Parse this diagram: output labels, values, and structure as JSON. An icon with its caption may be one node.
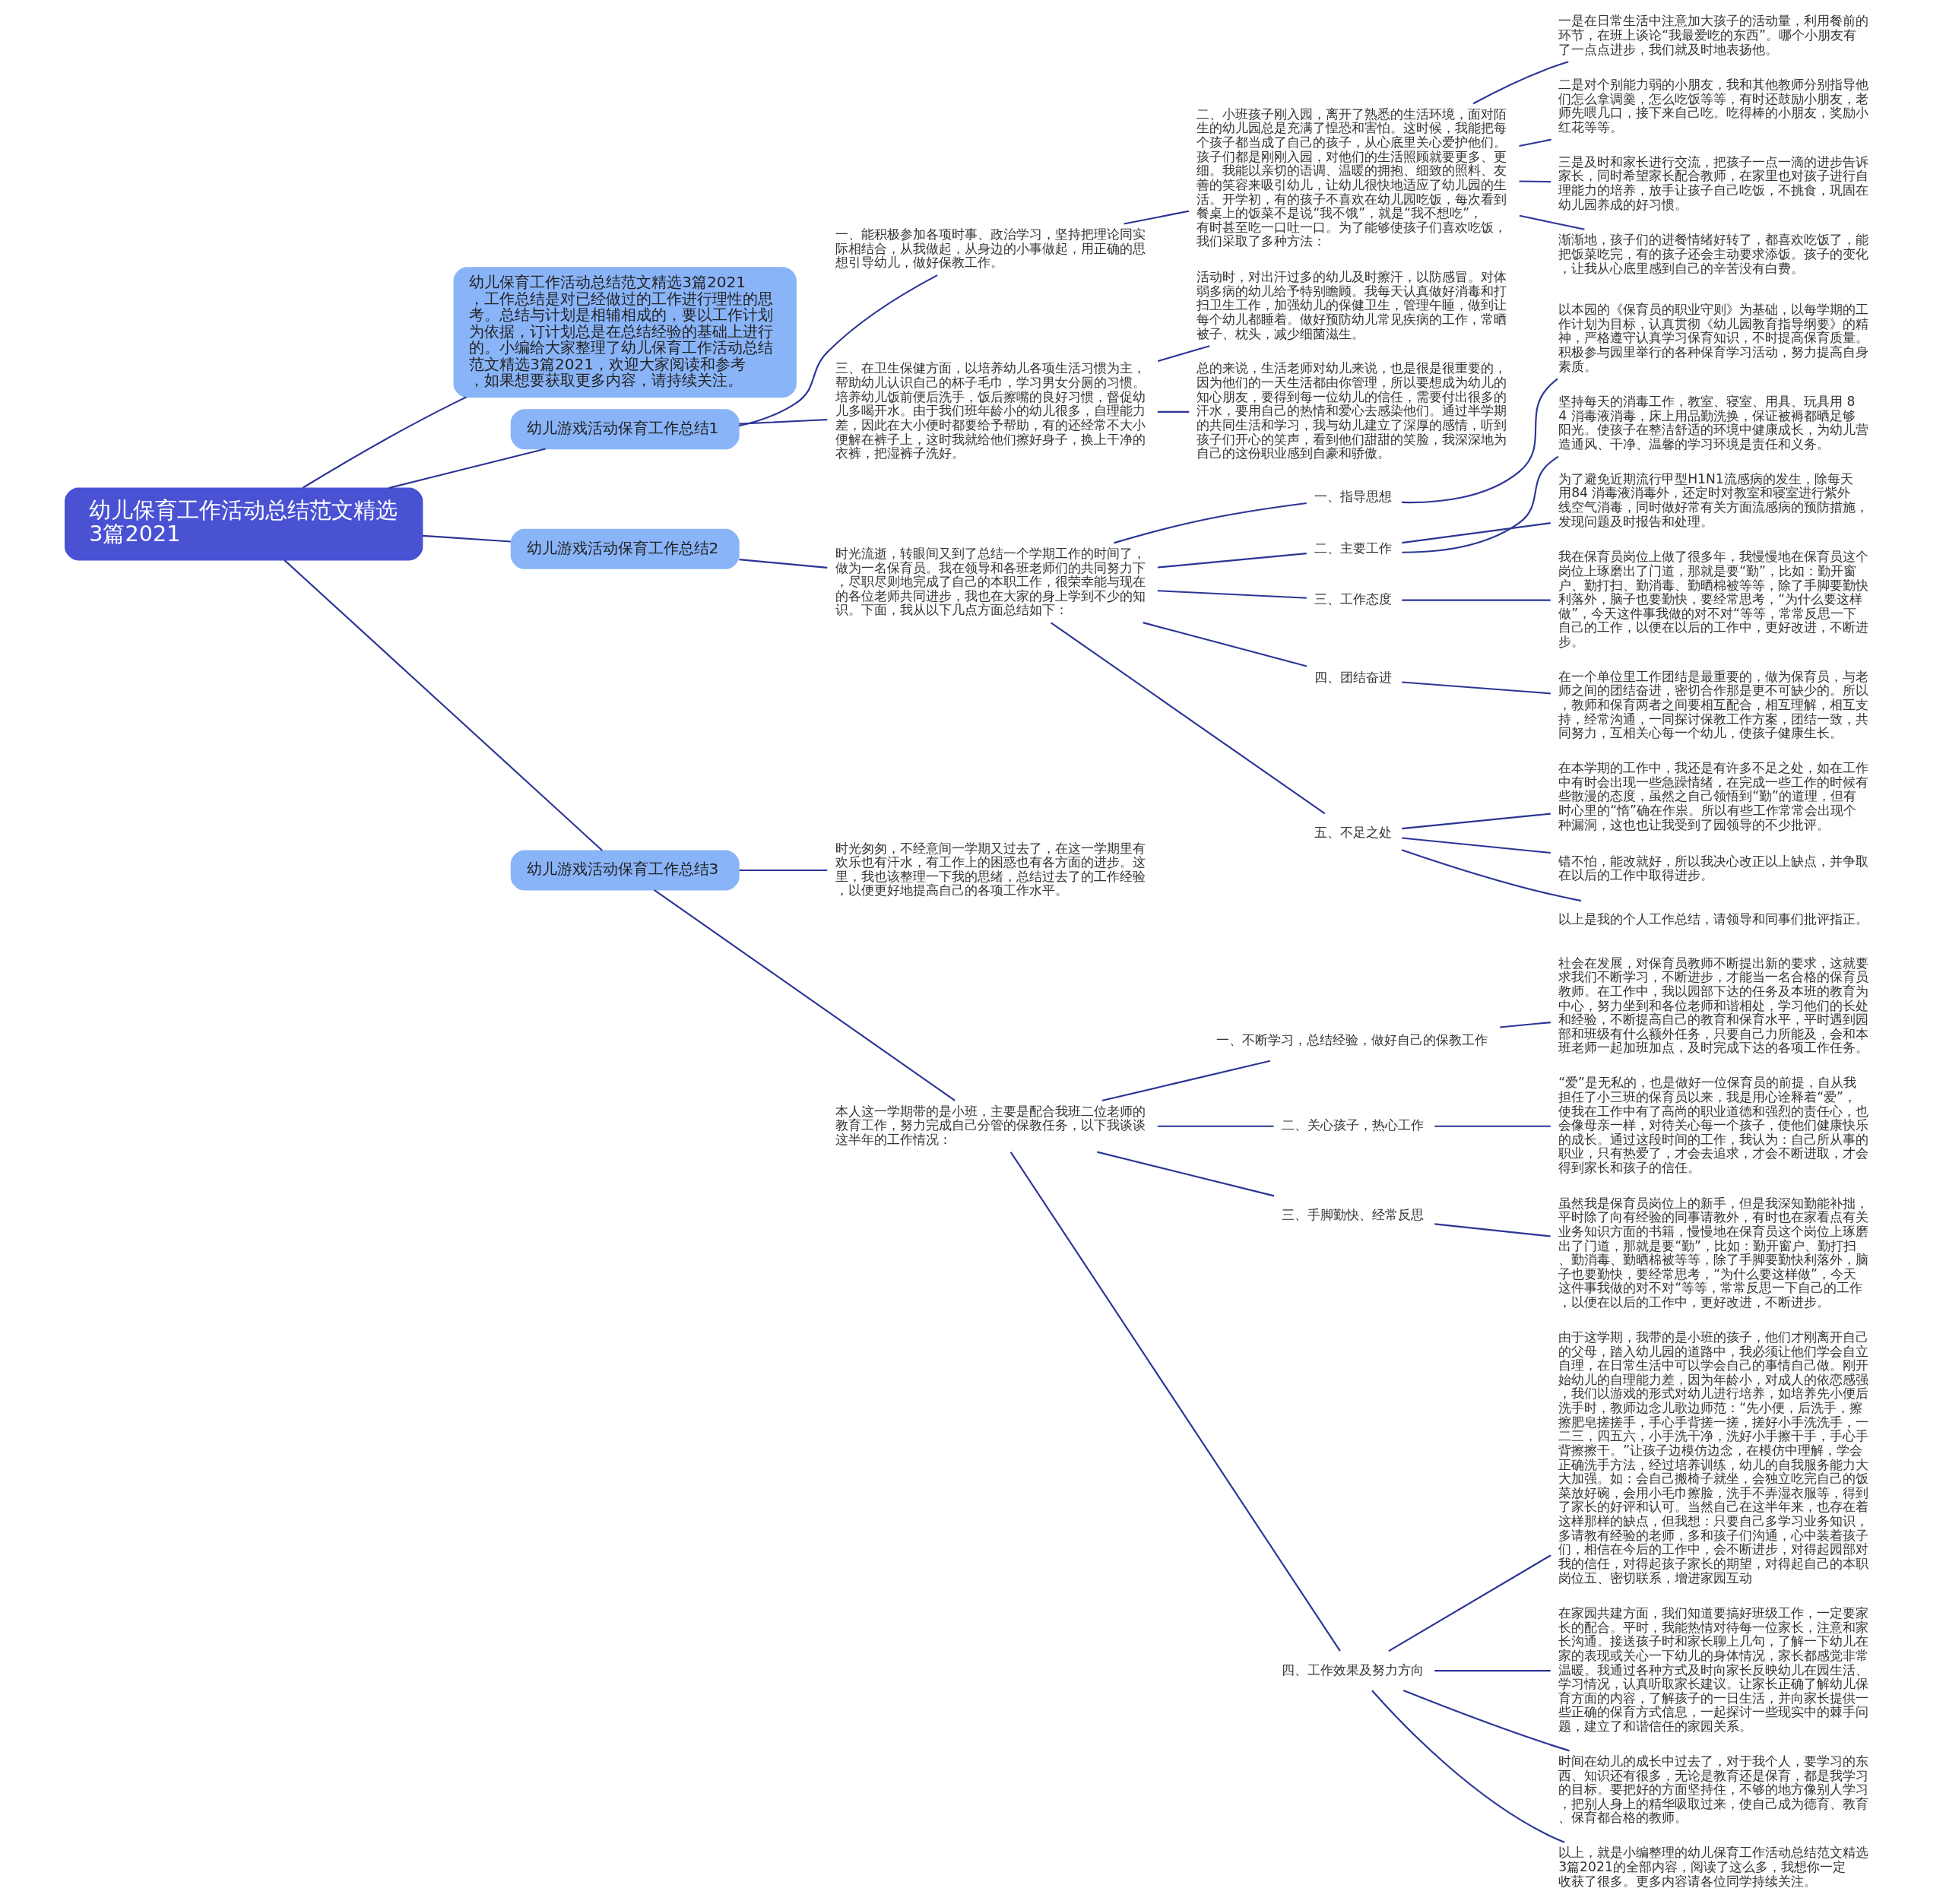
{
  "diagram": {
    "nodes": [
      {
        "text": [
          "幼儿保育工作活动总结范文精选3篇2021"
        ]
      },
      {
        "text": [
          "幼儿保育工作活动总结范文精选3篇2021，工作总结是对已经做过的工作进行理性的思考。总结与计划是相辅相成的，要以工作计划为依据，订计划总是在总结经验的基础上进行的。小编给大家整理了幼儿保育工作活动总结范文精选3篇2021，欢迎大家阅读和参考，如果想要获取更多内容，请持续关注。"
        ]
      },
      {
        "text": [
          "幼儿游戏活动保育工作总结1"
        ]
      },
      {
        "text": [
          "一、能积极参加各项时事、政治学习，坚持把理论同实际相结合，从我做起，从身边的小事做起，用正确的思想引导幼儿，做好保教工作。"
        ]
      },
      {
        "text": [
          "二、小班孩子刚入园，离开了熟悉的生活环境，面对陌生的幼儿园总是充满了惶恐和害怕。这时候，我能把每个孩子都当成了自己的孩子，从心底里关心爱护他们。孩子们都是刚刚入园，对他们的生活照顾就要更多、更细。我能以亲切的语调、温暖的拥抱、细致的照料、友善的笑容来吸引幼儿，让幼儿很快地适应了幼儿园的生活。开学初，有的孩子不喜欢在幼儿园吃饭，每次看到餐桌上的饭菜不是说“我不饿”，就是“我不想吃”，有时甚至吃一口吐一口。为了能够使孩子们喜欢吃饭，我们采取了多种方法："
        ]
      },
      {
        "text": [
          "一是在日常生活中注意加大孩子的活动量，利用餐前的环节，在班上谈论“我最爱吃的东西”。哪个小朋友有了一点点进步，我们就及时地表扬他。"
        ]
      },
      {
        "text": [
          "二是对个别能力弱的小朋友，我和其他教师分别指导他们怎么拿调羹，怎么吃饭等等，有时还鼓励小朋友，老师先喂几口，接下来自己吃。吃得棒的小朋友，奖励小红花等等。"
        ]
      },
      {
        "text": [
          "三是及时和家长进行交流，把孩子一点一滴的进步告诉家长，同时希望家长配合教师，在家里也对孩子进行自理能力的培养，放手让孩子自己吃饭，不挑食，巩固在幼儿园养成的好习惯。"
        ]
      },
      {
        "text": [
          "渐渐地，孩子们的进餐情绪好转了，都喜欢吃饭了，能把饭菜吃完，有的孩子还会主动要求添饭。孩子的变化，让我从心底里感到自己的辛苦没有白费。"
        ]
      },
      {
        "text": [
          "三、在卫生保健方面，以培养幼儿各项生活习惯为主，帮助幼儿认识自己的杯子毛巾，学习男女分厕的习惯。培养幼儿饭前便后洗手，饭后擦嘴的良好习惯，督促幼儿多喝开水。由于我们班年龄小的幼儿很多，自理能力差，因此在大小便时都要给予帮助，有的还经常不大小便解在裤子上，这时我就给他们擦好身子，换上干净的衣裤，把湿裤子洗好。"
        ]
      },
      {
        "text": [
          "活动时，对出汗过多的幼儿及时擦汗，以防感冒。对体弱多病的幼儿给予特别瞻顾。我每天认真做好消毒和打扫卫生工作，加强幼儿的保健卫生，管理午睡，做到让每个幼儿都睡着。做好预防幼儿常见疾病的工作，常晒被子、枕头，减少细菌滋生。"
        ]
      },
      {
        "text": [
          "总的来说，生活老师对幼儿来说，也是很是很重要的，因为他们的一天生活都由你管理，所以要想成为幼儿的知心朋友，要得到每一位幼儿的信任，需要付出很多的汗水，要用自己的热情和爱心去感染他们。通过半学期的共同生活和学习，我与幼儿建立了深厚的感情，听到孩子们开心的笑声，看到他们甜甜的笑脸，我深深地为自己的这份职业感到自豪和骄傲。"
        ]
      },
      {
        "text": [
          "幼儿游戏活动保育工作总结2"
        ]
      },
      {
        "text": [
          "时光流逝，转眼间又到了总结一个学期工作的时间了，做为一名保育员。我在领导和各班老师们的共同努力下，尽职尽则地完成了自己的本职工作，很荣幸能与现在的各位老师共同进步，我也在大家的身上学到不少的知识。下面，我从以下几点方面总结如下："
        ]
      },
      {
        "text": [
          "一、指导思想"
        ]
      },
      {
        "text": [
          "以本园的《保育员的职业守则》为基础，以每学期的工作计划为目标，认真贯彻《幼儿园教育指导纲要》的精神，严格遵守认真学习保育知识，不时提高保育质量。积极参与园里举行的各种保育学习活动，努力提高自身素质。"
        ]
      },
      {
        "text": [
          "二、主要工作"
        ]
      },
      {
        "text": [
          "坚持每天的消毒工作，教室、寝室、用具、玩具用 84 消毒液消毒，床上用品勤洗换，保证被褥都晒足够阳光。使孩子在整洁舒适的环境中健康成长，为幼儿营造通风、干净、温馨的学习环境是责任和义务。"
        ]
      },
      {
        "text": [
          "为了避免近期流行甲型H1N1流感病的发生，除每天用84 消毒液消毒外，还定时对教室和寝室进行紫外线空气消毒，同时做好常有关方面流感病的预防措施，发现问题及时报告和处理。"
        ]
      },
      {
        "text": [
          "三、工作态度"
        ]
      },
      {
        "text": [
          "我在保育员岗位上做了很多年，我慢慢地在保育员这个岗位上琢磨出了门道，那就是要“勤”，比如：勤开窗户、勤打扫、勤消毒、勤晒棉被等等，除了手脚要勤快利落外，脑子也要勤快，要经常思考，“为什么要这样做”，今天这件事我做的对不对“等等，常常反思一下自己的工作，以便在以后的工作中，更好改进，不断进步。"
        ]
      },
      {
        "text": [
          "四、团结奋进"
        ]
      },
      {
        "text": [
          "在一个单位里工作团结是最重要的，做为保育员，与老师之间的团结奋进，密切合作那是更不可缺少的。所以，教师和保育两者之间要相互配合，相互理解，相互支持，经常沟通，一同探讨保教工作方案，团结一致，共同努力，互相关心每一个幼儿，使孩子健康生长。"
        ]
      },
      {
        "text": [
          "五、不足之处"
        ]
      },
      {
        "text": [
          "在本学期的工作中，我还是有许多不足之处，如在工作中有时会出现一些急躁情绪，在完成一些工作的时候有些散漫的态度，虽然之自己领悟到“勤”的道理，但有时心里的“惰”确在作祟。所以有些工作常常会出现个种漏洞，这也也让我受到了园领导的不少批评。"
        ]
      },
      {
        "text": [
          "错不怕，能改就好，所以我决心改正以上缺点，并争取在以后的工作中取得进步。"
        ]
      },
      {
        "text": [
          "以上是我的个人工作总结，请领导和同事们批评指正。"
        ]
      },
      {
        "text": [
          "幼儿游戏活动保育工作总结3"
        ]
      },
      {
        "text": [
          "时光匆匆，不经意间一学期又过去了，在这一学期里有欢乐也有汗水，有工作上的困惑也有各方面的进步。这里，我也该整理一下我的思绪，总结过去了的工作经验，以便更好地提高自己的各项工作水平。"
        ]
      },
      {
        "text": [
          "本人这一学期带的是小班，主要是配合我班二位老师的教育工作，努力完成自己分管的保教任务，以下我谈谈这半年的工作情况："
        ]
      },
      {
        "text": [
          "一、不断学习，总结经验，做好自己的保教工作"
        ]
      },
      {
        "text": [
          "社会在发展，对保育员教师不断提出新的要求，这就要求我们不断学习，不断进步，才能当一名合格的保育员教师。在工作中，我以园部下达的任务及本班的教育为中心，努力坐到和各位老师和谐相处，学习他们的长处和经验，不断提高自己的教育和保育水平，平时遇到园部和班级有什么额外任务，只要自己力所能及，会和本班老师一起加班加点，及时完成下达的各项工作任务。"
        ]
      },
      {
        "text": [
          "二、关心孩子，热心工作"
        ]
      },
      {
        "text": [
          "“爱”是无私的，也是做好一位保育员的前提，自从我担任了小三班的保育员以来，我是用心诠释着“爱”，使我在工作中有了高尚的职业道德和强烈的责任心，也会像母亲一样，对待关心每一个孩子，使他们健康快乐的成长。通过这段时间的工作，我认为：自己所从事的职业，只有热爱了，才会去追求，才会不断进取，才会得到家长和孩子的信任。"
        ]
      },
      {
        "text": [
          "三、手脚勤快、经常反思"
        ]
      },
      {
        "text": [
          "虽然我是保育员岗位上的新手，但是我深知勤能补拙，平时除了向有经验的同事请教外，有时也在家看点有关业务知识方面的书籍，慢慢地在保育员这个岗位上琢磨出了门道，那就是要“勤”，比如：勤开窗户、勤打扫、勤消毒、勤晒棉被等等，除了手脚要勤快利落外，脑子也要勤快，要经常思考，“为什么要这样做”，今天这件事我做的对不对“等等，常常反思一下自己的工作，以便在以后的工作中，更好改进，不断进步。"
        ]
      },
      {
        "text": [
          "四、工作效果及努力方向"
        ]
      },
      {
        "text": [
          "由于这学期，我带的是小班的孩子，他们才刚离开自己的父母，踏入幼儿园的道路中，我必须让他们学会自立自理，在日常生活中可以学会自己的事情自己做。刚开始幼儿的自理能力差，因为年龄小，对成人的依恋感强，我们以游戏的形式对幼儿进行培养，如培养先小便后洗手时，教师边念儿歌边师范：“先小便，后洗手，擦擦肥皂搓搓手，手心手背搓一搓，搓好小手洗洗手，一二三，四五六，小手洗干净，洗好小手擦干手，手心手背擦擦干。”让孩子边模仿边念，在模仿中理解，学会正确洗手方法，经过培养训练，幼儿的自我服务能力大大加强。如：会自己搬椅子就坐，会独立吃完自己的饭菜放好碗，会用小毛巾擦脸，洗手不弄湿衣服等，得到了家长的好评和认可。当然自己在这半年来，也存在着这样那样的缺点，但我想：只要自己多学习业务知识，多请教有经验的老师，多和孩子们沟通，心中装着孩子们，相信在今后的工作中，会不断进步，对得起园部对我的信任，对得起孩子家长的期望，对得起自己的本职岗位五、密切联系，增进家园互动"
        ]
      },
      {
        "text": [
          "在家园共建方面，我们知道要搞好班级工作，一定要家长的配合。平时，我能热情对待每一位家长，注意和家长沟通。接送孩子时和家长聊上几句，了解一下幼儿在家的表现或关心一下幼儿的身体情况，家长都感觉非常温暖。我通过各种方式及时向家长反映幼儿在园生活、学习情况，认真听取家长建议。让家长正确了解幼儿保育方面的内容，了解孩子的一日生活，并向家长提供一些正确的保育方式信息，一起探讨一些现实中的棘手问题，建立了和谐信任的家园关系。"
        ]
      },
      {
        "text": [
          "时间在幼儿的成长中过去了，对于我个人，要学习的东西、知识还有很多，无论是教育还是保育，都是我学习的目标。要把好的方面坚持住，不够的地方像别人学习，把别人身上的精华吸取过来，使自己成为德育、教育、保育都合格的教师。"
        ]
      },
      {
        "text": [
          "以上，就是小编整理的幼儿保育工作活动总结范文精选3篇2021的全部内容，阅读了这么多，我想你一定收获了很多。更多内容请各位同学持续关注。"
        ]
      }
    ],
    "edges": [
      {
        "from": 0,
        "to": 1,
        "arrow": "none"
      },
      {
        "from": 0,
        "to": 2,
        "arrow": "none"
      },
      {
        "from": 2,
        "to": 3,
        "arrow": "none"
      },
      {
        "from": 3,
        "to": 4,
        "arrow": "none"
      },
      {
        "from": 4,
        "to": 5,
        "arrow": "none"
      },
      {
        "from": 4,
        "to": 6,
        "arrow": "none"
      },
      {
        "from": 4,
        "to": 7,
        "arrow": "none"
      },
      {
        "from": 4,
        "to": 8,
        "arrow": "none"
      },
      {
        "from": 2,
        "to": 9,
        "arrow": "none"
      },
      {
        "from": 9,
        "to": 10,
        "arrow": "none"
      },
      {
        "from": 9,
        "to": 11,
        "arrow": "none"
      },
      {
        "from": 0,
        "to": 12,
        "arrow": "none"
      },
      {
        "from": 12,
        "to": 13,
        "arrow": "none"
      },
      {
        "from": 13,
        "to": 14,
        "arrow": "none"
      },
      {
        "from": 14,
        "to": 15,
        "arrow": "none"
      },
      {
        "from": 13,
        "to": 16,
        "arrow": "none"
      },
      {
        "from": 16,
        "to": 17,
        "arrow": "none"
      },
      {
        "from": 16,
        "to": 18,
        "arrow": "none"
      },
      {
        "from": 13,
        "to": 19,
        "arrow": "none"
      },
      {
        "from": 19,
        "to": 20,
        "arrow": "none"
      },
      {
        "from": 13,
        "to": 21,
        "arrow": "none"
      },
      {
        "from": 21,
        "to": 22,
        "arrow": "none"
      },
      {
        "from": 13,
        "to": 23,
        "arrow": "none"
      },
      {
        "from": 23,
        "to": 24,
        "arrow": "none"
      },
      {
        "from": 23,
        "to": 25,
        "arrow": "none"
      },
      {
        "from": 23,
        "to": 26,
        "arrow": "none"
      },
      {
        "from": 0,
        "to": 27,
        "arrow": "none"
      },
      {
        "from": 27,
        "to": 28,
        "arrow": "none"
      },
      {
        "from": 27,
        "to": 29,
        "arrow": "none"
      },
      {
        "from": 29,
        "to": 30,
        "arrow": "none"
      },
      {
        "from": 30,
        "to": 31,
        "arrow": "none"
      },
      {
        "from": 29,
        "to": 32,
        "arrow": "none"
      },
      {
        "from": 32,
        "to": 33,
        "arrow": "none"
      },
      {
        "from": 29,
        "to": 34,
        "arrow": "none"
      },
      {
        "from": 34,
        "to": 35,
        "arrow": "none"
      },
      {
        "from": 29,
        "to": 36,
        "arrow": "none"
      },
      {
        "from": 36,
        "to": 37,
        "arrow": "none"
      },
      {
        "from": 36,
        "to": 38,
        "arrow": "none"
      },
      {
        "from": 36,
        "to": 39,
        "arrow": "none"
      },
      {
        "from": 36,
        "to": 40,
        "arrow": "none"
      }
    ]
  }
}
